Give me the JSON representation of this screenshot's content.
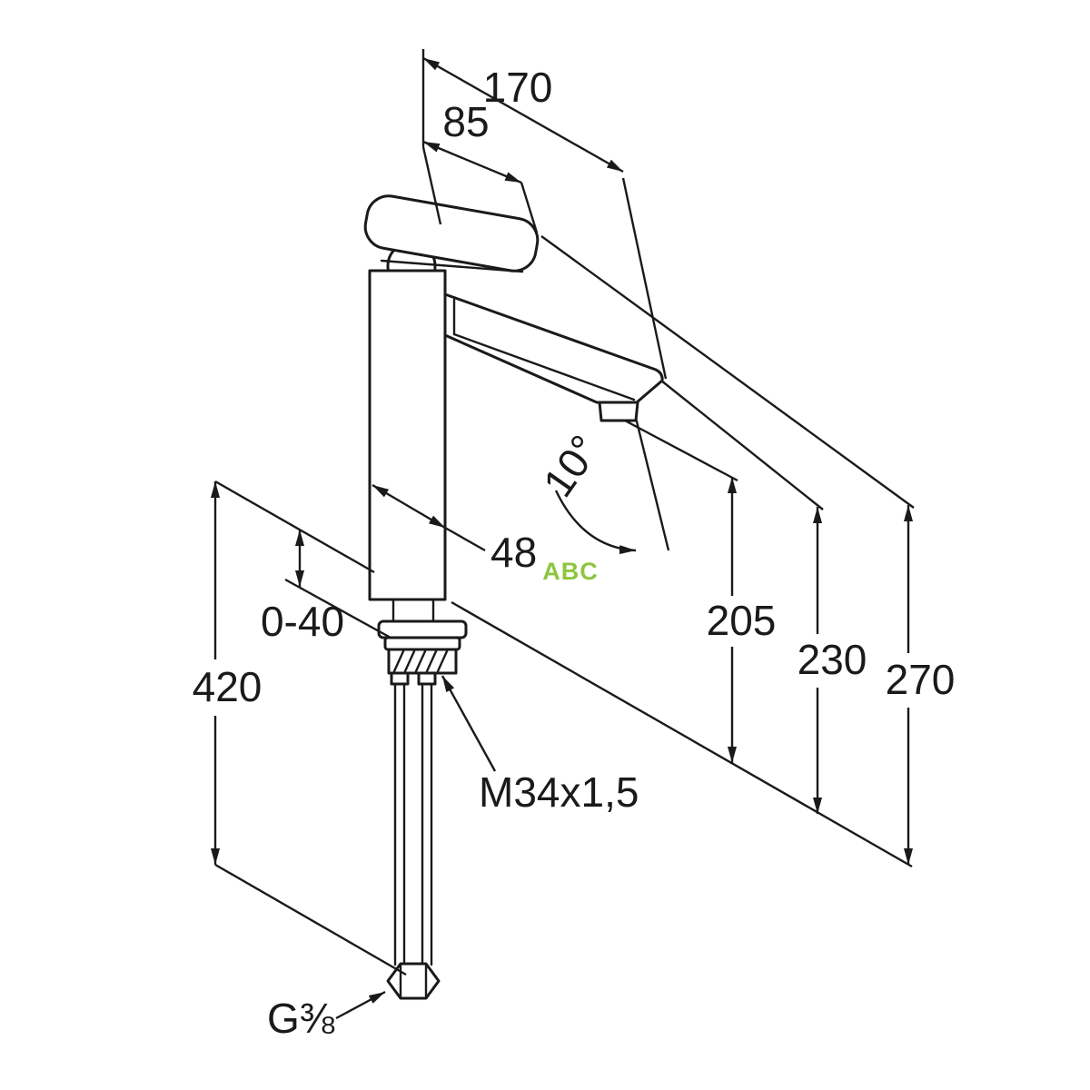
{
  "drawing_type": "faucet-installation-dimensions",
  "labels": {
    "dim_170": "170",
    "dim_85": "85",
    "dim_48": "48",
    "dim_0_40": "0-40",
    "dim_420": "420",
    "dim_205": "205",
    "dim_230": "230",
    "dim_270": "270",
    "angle_10": "10°",
    "thread_spec": "M34x1,5",
    "connection_spec": "G⅜",
    "watermark": "ABC"
  },
  "colors": {
    "line": "#1a1a1a",
    "watermark": "#8dc63f",
    "background": "#ffffff"
  }
}
